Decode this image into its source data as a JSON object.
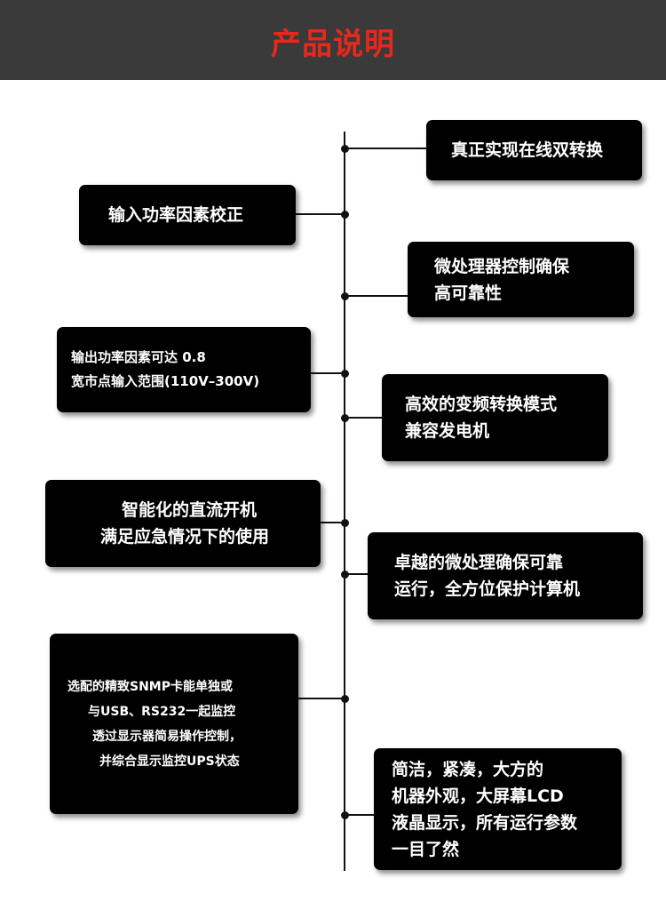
{
  "header": {
    "title": "产品说明"
  },
  "features": [
    {
      "lines": [
        "真正实现在线双转换"
      ]
    },
    {
      "lines": [
        "输入功率因素校正"
      ]
    },
    {
      "lines": [
        "微处理器控制确保",
        "高可靠性"
      ]
    },
    {
      "lines": [
        "输出功率因素可达   0.8",
        "宽市点输入范围(110V–300V)"
      ]
    },
    {
      "lines": [
        "高效的变频转换模式",
        "兼容发电机"
      ]
    },
    {
      "lines": [
        "智能化的直流开机",
        "满足应急情况下的使用"
      ]
    },
    {
      "lines": [
        "卓越的微处理确保可靠",
        "运行，全方位保护计算机"
      ]
    },
    {
      "lines": [
        "选配的精致SNMP卡能单独或",
        "与USB、RS232一起监控",
        "透过显示器简易操作控制，",
        "并综合显示监控UPS状态"
      ]
    },
    {
      "lines": [
        "简洁，紧凑，大方的",
        "机器外观，大屏幕LCD",
        "液晶显示，所有运行参数",
        "一目了然"
      ]
    }
  ],
  "colors": {
    "header_bg": "#3a3a3a",
    "title": "#e8281c",
    "box_bg": "#000000",
    "box_text": "#ffffff",
    "timeline": "#111111"
  }
}
